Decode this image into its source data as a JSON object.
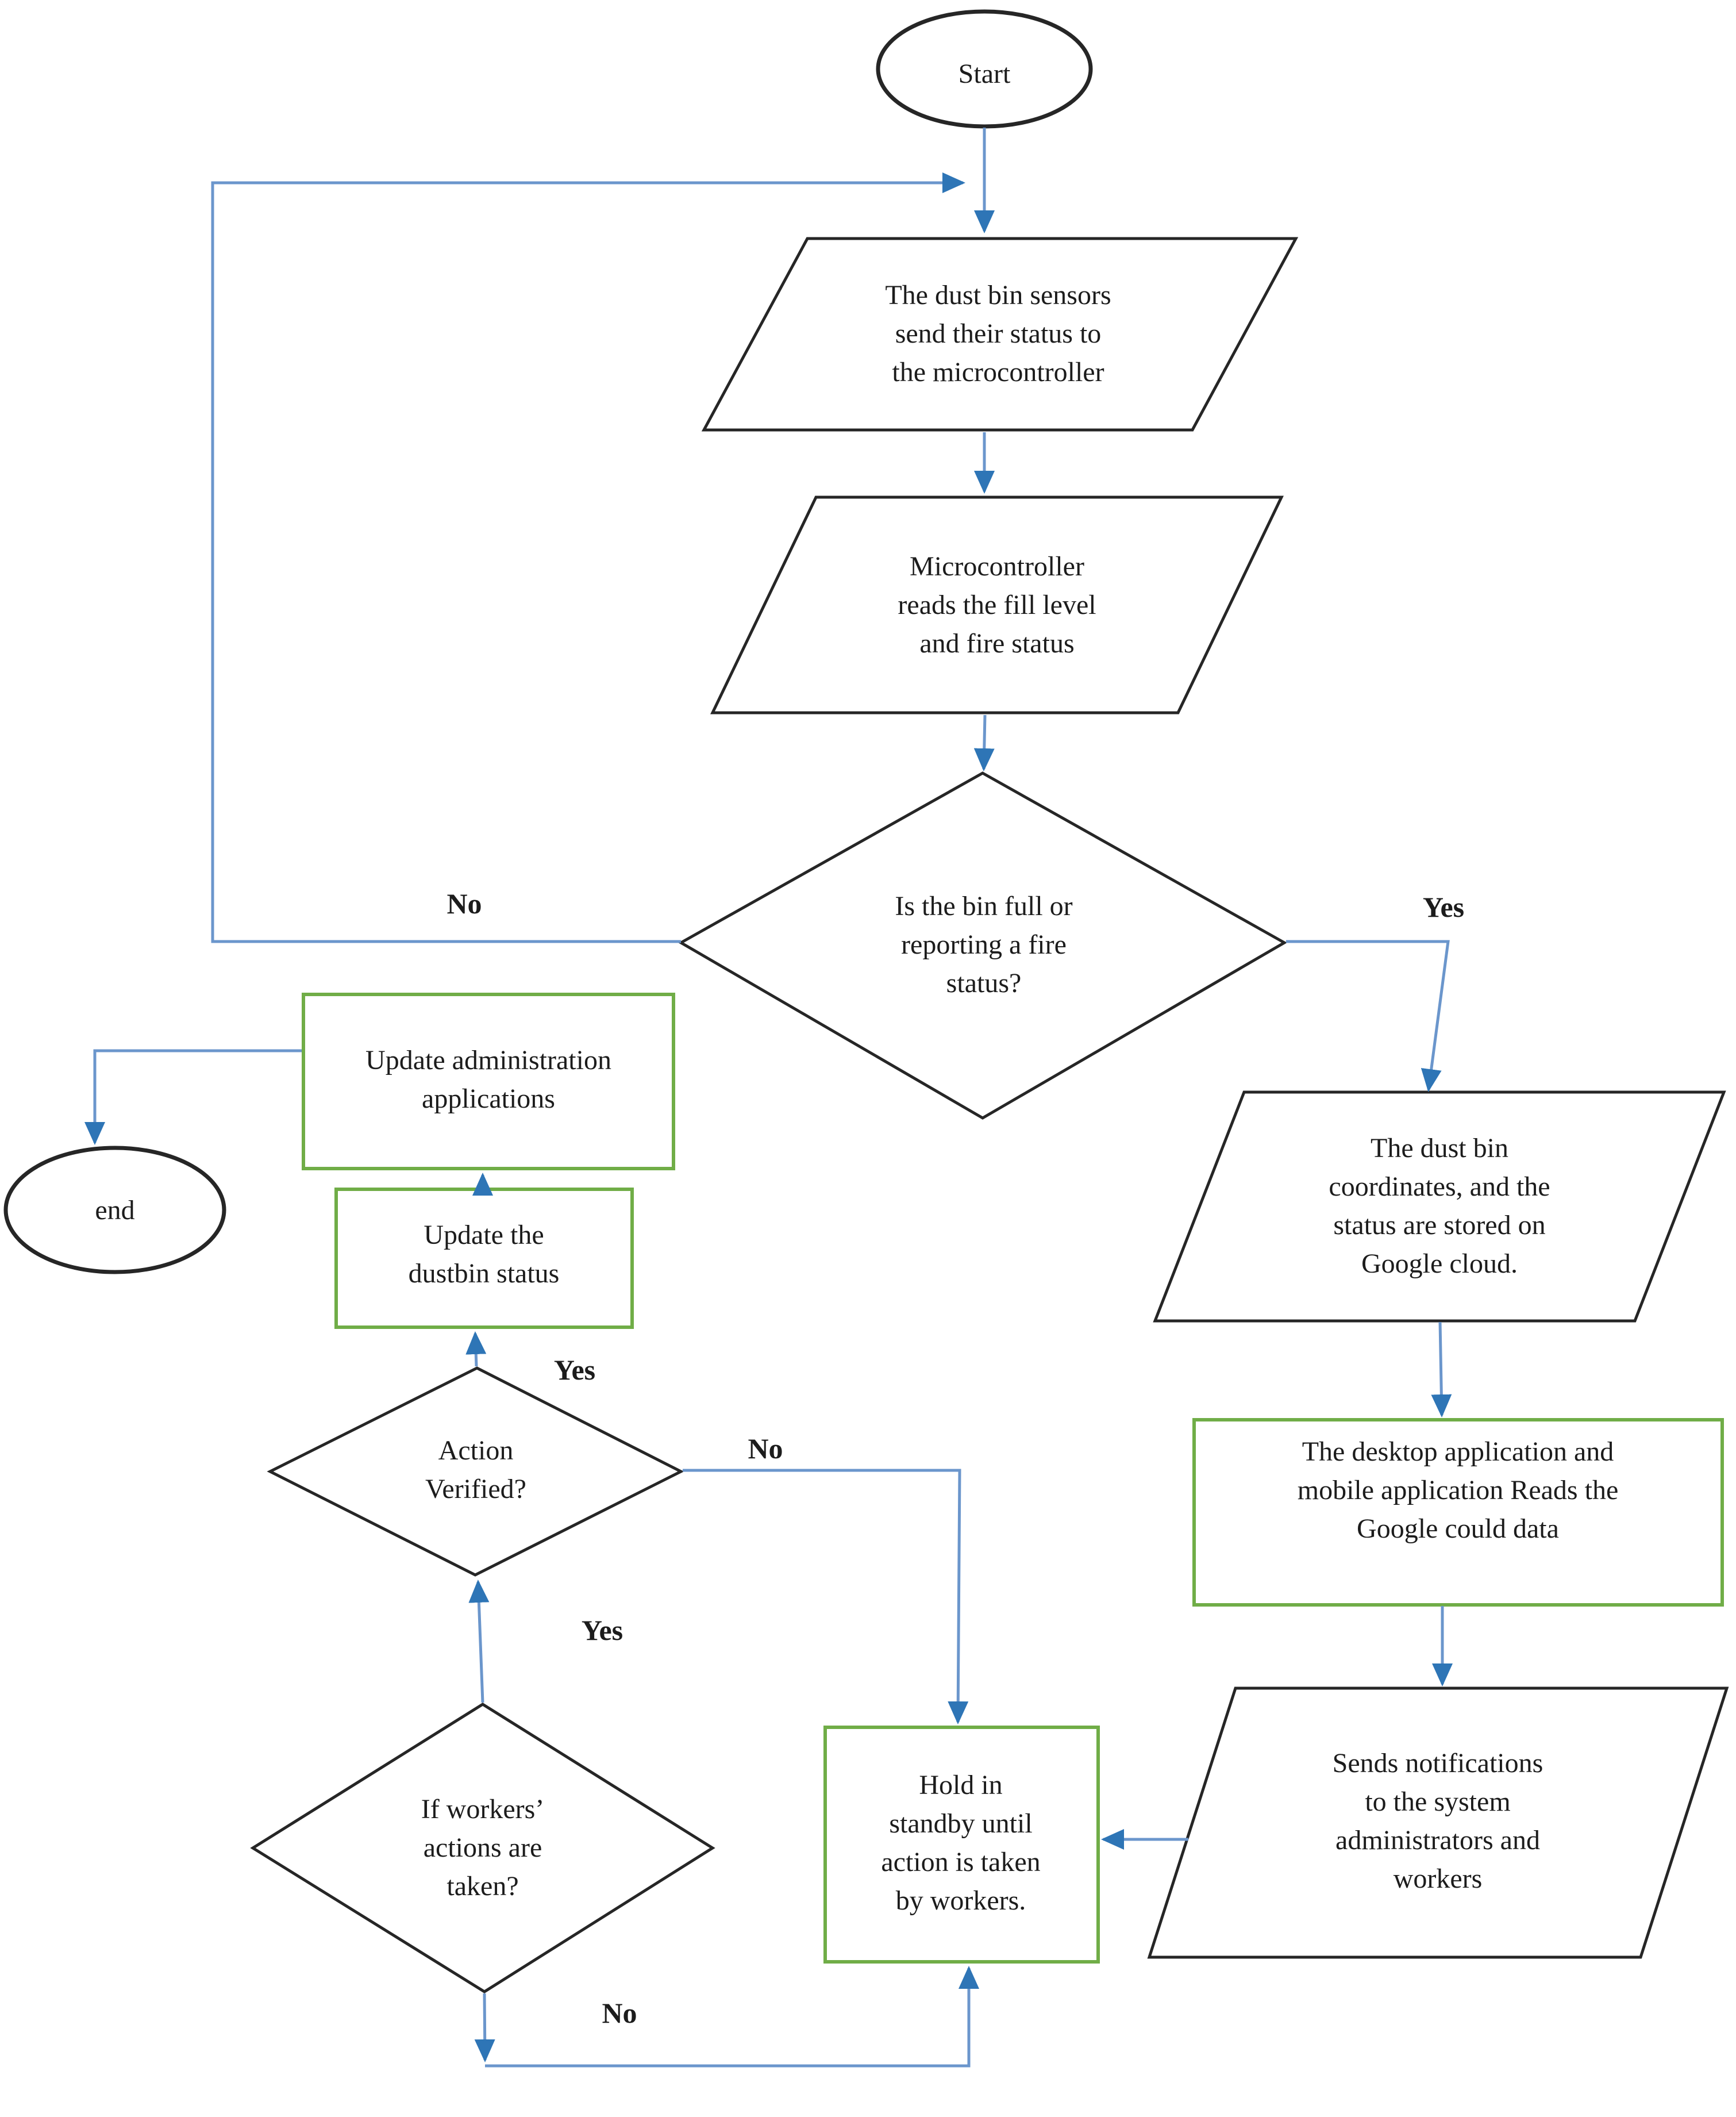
{
  "nodes": {
    "start": {
      "label": "Start",
      "type": "terminator"
    },
    "sensors": {
      "label": "The dust bin sensors\nsend their status to\nthe microcontroller",
      "type": "input-output"
    },
    "micro": {
      "label": "Microcontroller\nreads the fill level\nand fire status",
      "type": "input-output"
    },
    "bin_full": {
      "label": "Is the bin full or\nreporting a fire\nstatus?",
      "type": "decision"
    },
    "store_cloud": {
      "label": "The dust bin\ncoordinates, and the\nstatus are stored on\nGoogle cloud.",
      "type": "input-output"
    },
    "apps_read": {
      "label": "The desktop application and\nmobile application Reads the\nGoogle could data",
      "type": "process"
    },
    "notifications": {
      "label": "Sends notifications\nto the system\nadministrators and\nworkers",
      "type": "input-output"
    },
    "hold_standby": {
      "label": "Hold in\nstandby until\naction is taken\nby workers.",
      "type": "process"
    },
    "workers_actions": {
      "label": "If workers’\nactions are\ntaken?",
      "type": "decision"
    },
    "action_verified": {
      "label": "Action\nVerified?",
      "type": "decision"
    },
    "update_dustbin": {
      "label": "Update the\ndustbin status",
      "type": "process"
    },
    "update_admin": {
      "label": "Update administration\napplications",
      "type": "process"
    },
    "end": {
      "label": "end",
      "type": "terminator"
    }
  },
  "edge_labels": {
    "bin_full_no": "No",
    "bin_full_yes": "Yes",
    "action_verified_yes": "Yes",
    "action_verified_no": "No",
    "workers_yes": "Yes",
    "workers_no": "No"
  },
  "edges": [
    {
      "from": "start",
      "to": "sensors",
      "label": ""
    },
    {
      "from": "sensors",
      "to": "micro",
      "label": ""
    },
    {
      "from": "micro",
      "to": "bin_full",
      "label": ""
    },
    {
      "from": "bin_full",
      "to": "sensors",
      "label": "No"
    },
    {
      "from": "bin_full",
      "to": "store_cloud",
      "label": "Yes"
    },
    {
      "from": "store_cloud",
      "to": "apps_read",
      "label": ""
    },
    {
      "from": "apps_read",
      "to": "notifications",
      "label": ""
    },
    {
      "from": "notifications",
      "to": "hold_standby",
      "label": ""
    },
    {
      "from": "workers_actions",
      "to": "action_verified",
      "label": "Yes"
    },
    {
      "from": "workers_actions",
      "to": "hold_standby",
      "label": "No"
    },
    {
      "from": "action_verified",
      "to": "hold_standby",
      "label": "No"
    },
    {
      "from": "action_verified",
      "to": "update_dustbin",
      "label": "Yes"
    },
    {
      "from": "update_dustbin",
      "to": "update_admin",
      "label": ""
    },
    {
      "from": "update_admin",
      "to": "end",
      "label": ""
    }
  ],
  "colors": {
    "connector_blue": "#6b96cc",
    "arrowhead_blue": "#2e75b6",
    "process_border_green": "#70ad47",
    "shape_border_black": "#262626"
  }
}
